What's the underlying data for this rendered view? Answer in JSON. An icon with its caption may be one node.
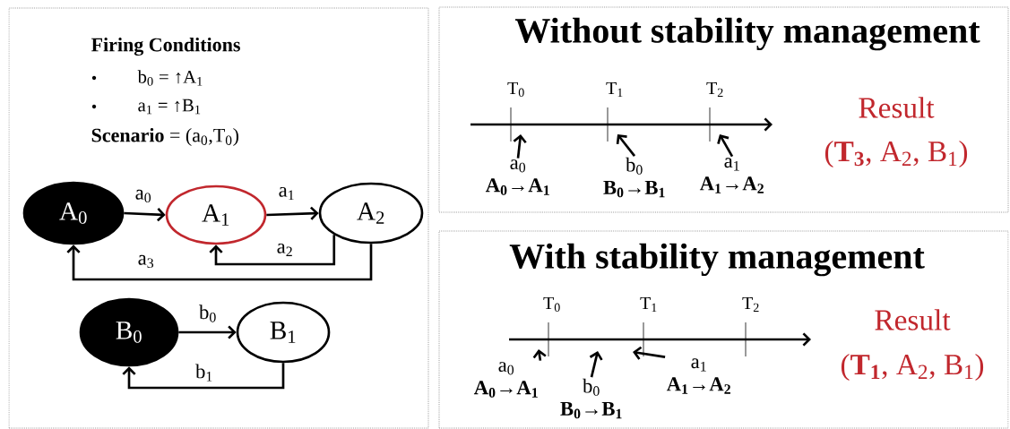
{
  "diagram": {
    "nodes": [
      {
        "text": [
          "Firing Conditions",
          "b$_{0}$ = ↑A$_{1}$",
          "a$_{1}$ = ↑B$_{1}$",
          "**Scenario** = (a$_{0}$,T$_{0}$)"
        ]
      },
      {
        "text": [
          "Without stability management"
        ]
      },
      {
        "text": [
          "With stability management"
        ]
      },
      {
        "text": [
          "A$_{0}$"
        ],
        "in": 0
      },
      {
        "text": [
          "A$_{1}$"
        ],
        "in": 0
      },
      {
        "text": [
          "A$_{2}$"
        ],
        "in": 0
      },
      {
        "text": [
          "B$_{0}$"
        ],
        "in": 0
      },
      {
        "text": [
          "B$_{1}$"
        ],
        "in": 0
      },
      {
        "text": [
          "a$_{0}$",
          "A$_{0}$→A$_{1}$"
        ],
        "in": 1
      },
      {
        "text": [
          "b$_{0}$",
          "B$_{0}$→B$_{1}$"
        ],
        "in": 1
      },
      {
        "text": [
          "a$_{1}$",
          "A$_{1}$→A$_{2}$"
        ],
        "in": 1
      },
      {
        "text": [
          "a$_{0}$",
          "A$_{0}$→A$_{1}$"
        ],
        "in": 2
      },
      {
        "text": [
          "b$_{0}$",
          "B$_{0}$→B$_{1}$"
        ],
        "in": 2
      },
      {
        "text": [
          "a$_{1}$",
          "A$_{1}$→A$_{2}$"
        ],
        "in": 2
      }
    ],
    "edges": [
      {
        "from": 3,
        "to": 4,
        "arrow": "to",
        "label": "a$_{0}$"
      },
      {
        "from": 4,
        "to": 5,
        "arrow": "to",
        "label": "a$_{1}$"
      },
      {
        "from": 5,
        "to": 4,
        "arrow": "to",
        "label": "a$_{2}$"
      },
      {
        "from": 5,
        "to": 3,
        "arrow": "to",
        "label": "a$_{3}$"
      },
      {
        "from": 6,
        "to": 7,
        "arrow": "to",
        "label": "b$_{0}$"
      },
      {
        "from": 7,
        "to": 6,
        "arrow": "to",
        "label": "b$_{1}$"
      },
      {
        "from": 8,
        "to": null,
        "arrow": "to"
      },
      {
        "from": 9,
        "to": null,
        "arrow": "to"
      },
      {
        "from": 10,
        "to": null,
        "arrow": "to"
      },
      {
        "from": 11,
        "to": null,
        "arrow": "to"
      },
      {
        "from": 12,
        "to": null,
        "arrow": "to"
      },
      {
        "from": 13,
        "to": null,
        "arrow": "to"
      }
    ],
    "labels": [
      "T$_{0}$",
      "T$_{1}$",
      "T$_{2}$",
      "Result",
      "(**T$_{3}$**, A$_{2}$, B$_{1}$)",
      "T$_{0}$",
      "T$_{1}$",
      "T$_{2}$",
      "Result",
      "(**T$_{1}$**, A$_{2}$, B$_{1}$)"
    ]
  }
}
